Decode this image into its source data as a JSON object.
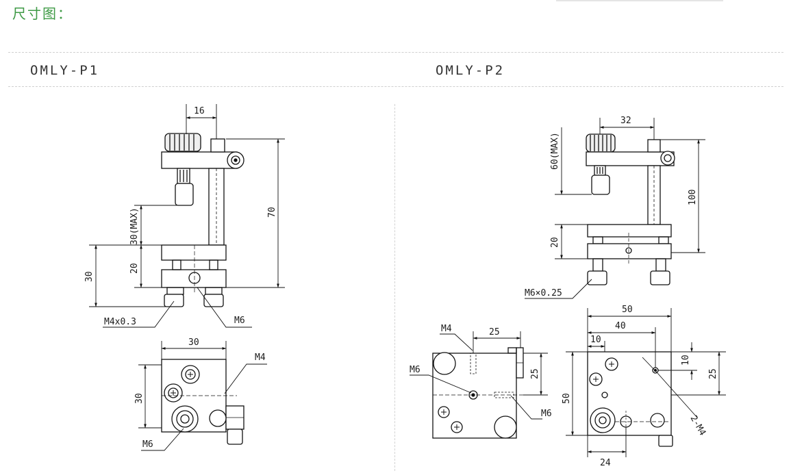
{
  "page": {
    "title": "尺寸图："
  },
  "models": [
    {
      "label": "OMLY-P1"
    },
    {
      "label": "OMLY-P2"
    }
  ],
  "p1": {
    "side": {
      "top_width": "16",
      "total_height": "70",
      "travel": "30(MAX)",
      "base_height": "20",
      "mount_height": "30",
      "screw_left": "M4x0.3",
      "screw_right": "M6"
    },
    "top": {
      "width": "30",
      "height": "30",
      "hole_small": "M4",
      "hole_large": "M6"
    }
  },
  "p2": {
    "side": {
      "top_width": "32",
      "travel": "60(MAX)",
      "total_height": "100",
      "base_height": "20",
      "screw": "M6×0.25"
    },
    "left": {
      "hole_small": "M4",
      "offset": "25",
      "height": "25",
      "hole_large": "M6",
      "hole_side": "M6"
    },
    "right": {
      "width": "50",
      "width_inner": "40",
      "left_offset": "10",
      "height": "50",
      "right_top": "10",
      "right_height": "25",
      "hole_pattern": "2-M4",
      "bottom_offset": "24"
    }
  }
}
